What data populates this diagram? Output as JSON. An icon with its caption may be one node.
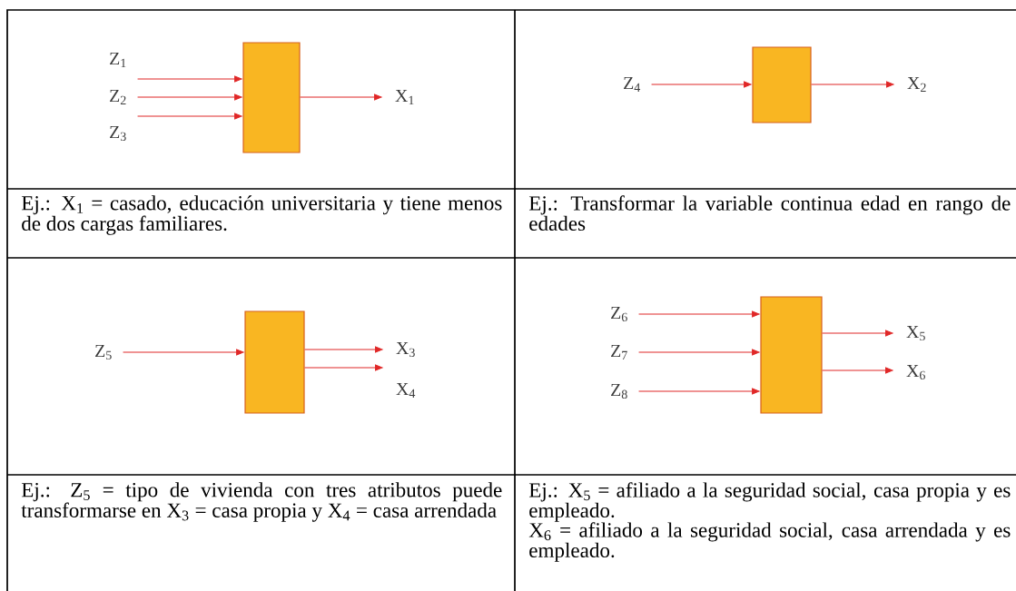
{
  "diagram": {
    "nodes": [
      {
        "text": [
          "Z$_{1}$"
        ]
      },
      {
        "text": [
          "Z$_{2}$"
        ]
      },
      {
        "text": [
          "Z$_{3}$"
        ]
      },
      {
        "text": [],
        "shape": "box"
      },
      {
        "text": [
          "X$_{1}$"
        ]
      },
      {
        "text": [
          "Z$_{4}$"
        ]
      },
      {
        "text": [],
        "shape": "box"
      },
      {
        "text": [
          "X$_{2}$"
        ]
      },
      {
        "text": [
          "Z$_{5}$"
        ]
      },
      {
        "text": [],
        "shape": "box"
      },
      {
        "text": [
          "X$_{3}$"
        ]
      },
      {
        "text": [
          "X$_{4}$"
        ]
      },
      {
        "text": [
          "Z$_{6}$"
        ]
      },
      {
        "text": [
          "Z$_{7}$"
        ]
      },
      {
        "text": [
          "Z$_{8}$"
        ]
      },
      {
        "text": [],
        "shape": "box"
      },
      {
        "text": [
          "X$_{5}$"
        ]
      },
      {
        "text": [
          "X$_{6}$"
        ]
      }
    ],
    "edges": [
      {
        "from": 0,
        "to": 3,
        "arrow": "to"
      },
      {
        "from": 1,
        "to": 3,
        "arrow": "to"
      },
      {
        "from": 2,
        "to": 3,
        "arrow": "to"
      },
      {
        "from": 3,
        "to": 4,
        "arrow": "to"
      },
      {
        "from": 5,
        "to": 6,
        "arrow": "to"
      },
      {
        "from": 6,
        "to": 7,
        "arrow": "to"
      },
      {
        "from": 8,
        "to": 9,
        "arrow": "to"
      },
      {
        "from": 9,
        "to": 10,
        "arrow": "to"
      },
      {
        "from": 9,
        "to": 11,
        "arrow": "to"
      },
      {
        "from": 12,
        "to": 15,
        "arrow": "to"
      },
      {
        "from": 13,
        "to": 15,
        "arrow": "to"
      },
      {
        "from": 14,
        "to": 15,
        "arrow": "to"
      },
      {
        "from": 15,
        "to": 16,
        "arrow": "to"
      },
      {
        "from": 15,
        "to": 17,
        "arrow": "to"
      }
    ],
    "labels": [
      "Ej.: X$_{1}$ = casado, educación universitaria y tiene menos de dos cargas familiares.",
      "Ej.: Transformar la variable continua edad en rango de edades",
      "Ej.: Z$_{5}$ = tipo de vivienda con tres atributos puede transformarse en X$_{3}$ = casa propia y X$_{4}$ = casa arrendada",
      "Ej.: X$_{5}$ = afiliado a la seguridad social, casa propia y es empleado.",
      "X$_{6}$ = afiliado a la seguridad social, casa arrendada y es empleado."
    ]
  }
}
